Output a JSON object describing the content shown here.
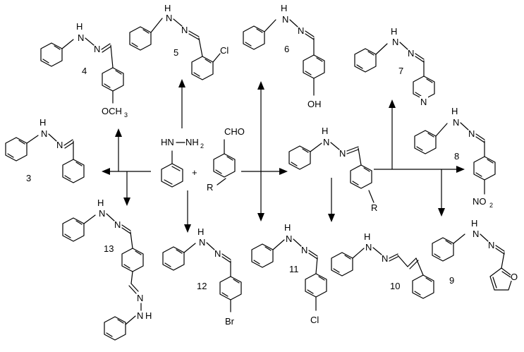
{
  "labels": {
    "n3": "3",
    "n4": "4",
    "n5": "5",
    "n6": "6",
    "n7": "7",
    "n8": "8",
    "n9": "9",
    "n10": "10",
    "n11": "11",
    "n12": "12",
    "n13": "13",
    "hn": "H",
    "n": "N",
    "nh": "NH",
    "hnn": "HN",
    "och3_main": "OCH",
    "och3_sub": "3",
    "cl": "Cl",
    "oh": "OH",
    "br": "Br",
    "no2_main": "NO",
    "no2_sub": "2",
    "nh2_main": "NH",
    "nh2_sub": "2",
    "nh2_prefix": "HN—",
    "cho": "CHO",
    "r": "R",
    "plus": "+",
    "o": "O"
  }
}
